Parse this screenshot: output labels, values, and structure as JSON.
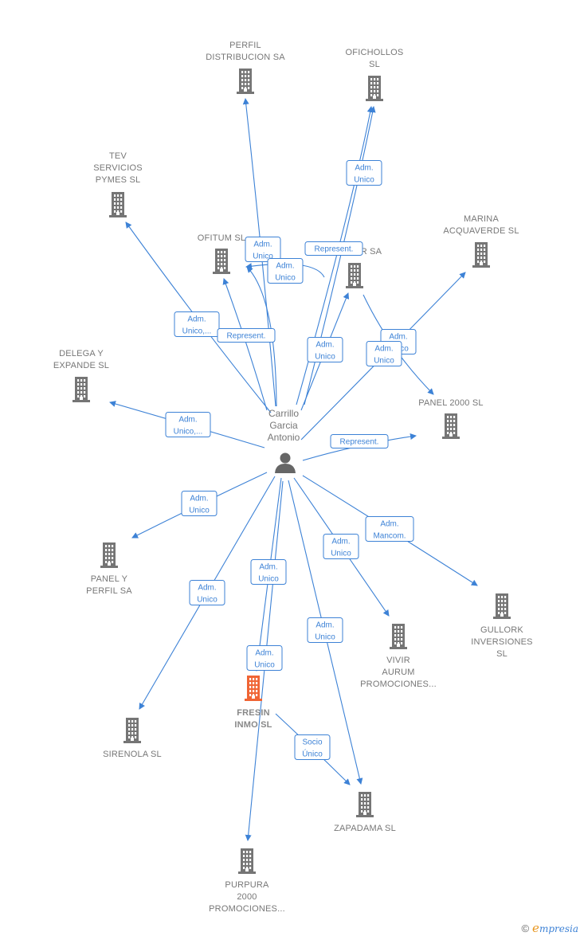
{
  "center_person": {
    "name_lines": [
      "Carrillo",
      "Garcia",
      "Antonio"
    ],
    "icon": "person-icon"
  },
  "companies": [
    {
      "id": "perfil_distribucion",
      "lines": [
        "PERFIL",
        "DISTRIBUCION SA"
      ],
      "highlight": false
    },
    {
      "id": "ofichollos",
      "lines": [
        "OFICHOLLOS",
        "SL"
      ],
      "highlight": false
    },
    {
      "id": "tev_servicios",
      "lines": [
        "TEV",
        "SERVICIOS",
        "PYMES  SL"
      ],
      "highlight": false
    },
    {
      "id": "ofitum",
      "lines": [
        "OFITUM  SL"
      ],
      "highlight": false
    },
    {
      "id": "r_sa",
      "lines": [
        "R SA"
      ],
      "highlight": false
    },
    {
      "id": "marina_acquaverde",
      "lines": [
        "MARINA",
        "ACQUAVERDE SL"
      ],
      "highlight": false
    },
    {
      "id": "delega_expande",
      "lines": [
        "DELEGA Y",
        "EXPANDE  SL"
      ],
      "highlight": false
    },
    {
      "id": "panel_2000",
      "lines": [
        "PANEL 2000 SL"
      ],
      "highlight": false
    },
    {
      "id": "panel_perfil",
      "lines": [
        "PANEL Y",
        "PERFIL SA"
      ],
      "highlight": false
    },
    {
      "id": "gullork",
      "lines": [
        "GULLORK",
        "INVERSIONES",
        "SL"
      ],
      "highlight": false
    },
    {
      "id": "vivir_aurum",
      "lines": [
        "VIVIR",
        "AURUM",
        "PROMOCIONES..."
      ],
      "highlight": false
    },
    {
      "id": "fresin_inmo",
      "lines": [
        "FRESIN",
        "INMO  SL"
      ],
      "highlight": true
    },
    {
      "id": "sirenola",
      "lines": [
        "SIRENOLA  SL"
      ],
      "highlight": false
    },
    {
      "id": "zapadama",
      "lines": [
        "ZAPADAMA SL"
      ],
      "highlight": false
    },
    {
      "id": "purpura_2000",
      "lines": [
        "PURPURA",
        "2000",
        "PROMOCIONES..."
      ],
      "highlight": false
    }
  ],
  "relationships": [
    {
      "from": "center_person",
      "to": "perfil_distribucion",
      "label_lines": [
        "Adm.",
        "Unico"
      ]
    },
    {
      "from": "center_person",
      "to": "ofichollos",
      "label_lines": [
        "Adm.",
        "Unico"
      ]
    },
    {
      "from": "center_person",
      "to": "ofichollos",
      "label_lines": [
        "Adm.",
        "Unico"
      ]
    },
    {
      "from": "center_person",
      "to": "tev_servicios",
      "label_lines": [
        "Adm.",
        "Unico,..."
      ]
    },
    {
      "from": "center_person",
      "to": "ofitum",
      "label_lines": [
        "Represent."
      ]
    },
    {
      "from": "r_sa",
      "to": "ofitum",
      "label_lines": [
        "Represent."
      ]
    },
    {
      "from": "center_person",
      "to": "ofitum",
      "label_lines": [
        "Adm.",
        "Unico"
      ]
    },
    {
      "from": "center_person",
      "to": "r_sa",
      "label_lines": [
        "Adm.",
        "Unico"
      ]
    },
    {
      "from": "center_person",
      "to": "marina_acquaverde",
      "label_lines": [
        "Adm.",
        "Unico"
      ]
    },
    {
      "from": "r_sa",
      "to": "panel_2000",
      "label_lines": [
        "Adm.",
        "Unico"
      ]
    },
    {
      "from": "center_person",
      "to": "delega_expande",
      "label_lines": [
        "Adm.",
        "Unico,..."
      ]
    },
    {
      "from": "center_person",
      "to": "panel_2000",
      "label_lines": [
        "Represent."
      ]
    },
    {
      "from": "center_person",
      "to": "panel_perfil",
      "label_lines": [
        "Adm.",
        "Unico"
      ]
    },
    {
      "from": "center_person",
      "to": "gullork",
      "label_lines": [
        "Adm.",
        "Mancom."
      ]
    },
    {
      "from": "center_person",
      "to": "vivir_aurum",
      "label_lines": [
        "Adm.",
        "Unico"
      ]
    },
    {
      "from": "center_person",
      "to": "fresin_inmo",
      "label_lines": [
        "Adm.",
        "Unico"
      ]
    },
    {
      "from": "center_person",
      "to": "sirenola",
      "label_lines": [
        "Adm.",
        "Unico"
      ]
    },
    {
      "from": "center_person",
      "to": "zapadama",
      "label_lines": [
        "Adm.",
        "Unico"
      ]
    },
    {
      "from": "center_person",
      "to": "purpura_2000",
      "label_lines": [
        "Adm.",
        "Unico"
      ]
    },
    {
      "from": "fresin_inmo",
      "to": "zapadama",
      "label_lines": [
        "Socio",
        "Único"
      ]
    }
  ],
  "colors": {
    "edge": "#3d82d6",
    "building": "#757575",
    "building_highlight": "#f06434",
    "person": "#666666",
    "label": "#777777"
  },
  "footer": {
    "copyright": "©",
    "brand_initial": "e",
    "brand_rest": "mpresia"
  }
}
